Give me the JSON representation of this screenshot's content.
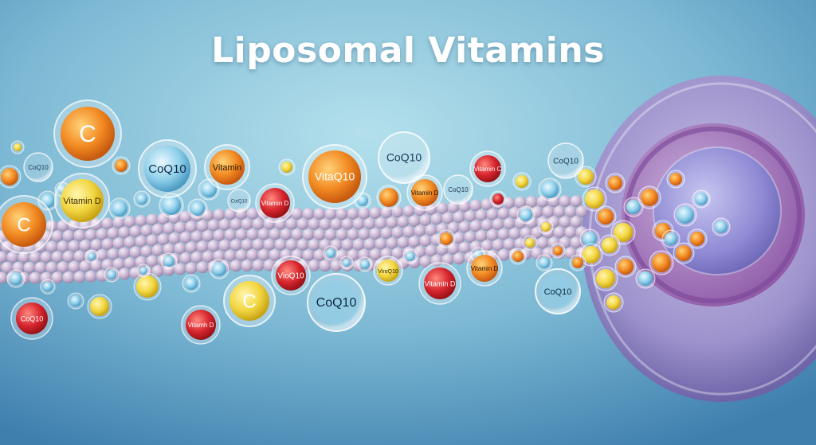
{
  "title": "Liposomal Vitamins",
  "colors": {
    "background_light": "#a6d6e6",
    "background_dark": "#3f7fae",
    "membrane": "#cdbad6",
    "cell": "#9a8cc8",
    "nucleus_ring": "#8a55a6",
    "vitamin_c": "#f28a22",
    "vitamin_d": "#f2d640",
    "coq10": "#8fd0ea",
    "red": "#d8262e",
    "yellow_cluster": "#e9c53a"
  },
  "labels": {
    "c1": "C",
    "c2": "C",
    "c3": "C",
    "coq_a": "CoQ10",
    "coq_b": "CoQ10",
    "coq_c": "CoQ10",
    "coq_d": "CoQ10",
    "coq_e": "CoQ10",
    "coq_f": "CoQ10",
    "coq_g": "CoQ10",
    "coq_h": "CoQ10",
    "vitamin": "Vitamin",
    "vitaq10": "VitaQ10",
    "vitamin_c": "Vitamin C",
    "vitamin_d_a": "Vitamin D",
    "vitamin_d_b": "Vitamin D",
    "vitamin_d_c": "Vitamin D",
    "vitamin_d_d": "Vitamin D",
    "vitamin_d_e": "Vitamin D",
    "vitmh_d": "Vitamh D",
    "vioq10": "VioQ10",
    "vitq10": "ViroQ10",
    "coq10_small": "CoQ10",
    "cotq10": "CotQ10"
  }
}
